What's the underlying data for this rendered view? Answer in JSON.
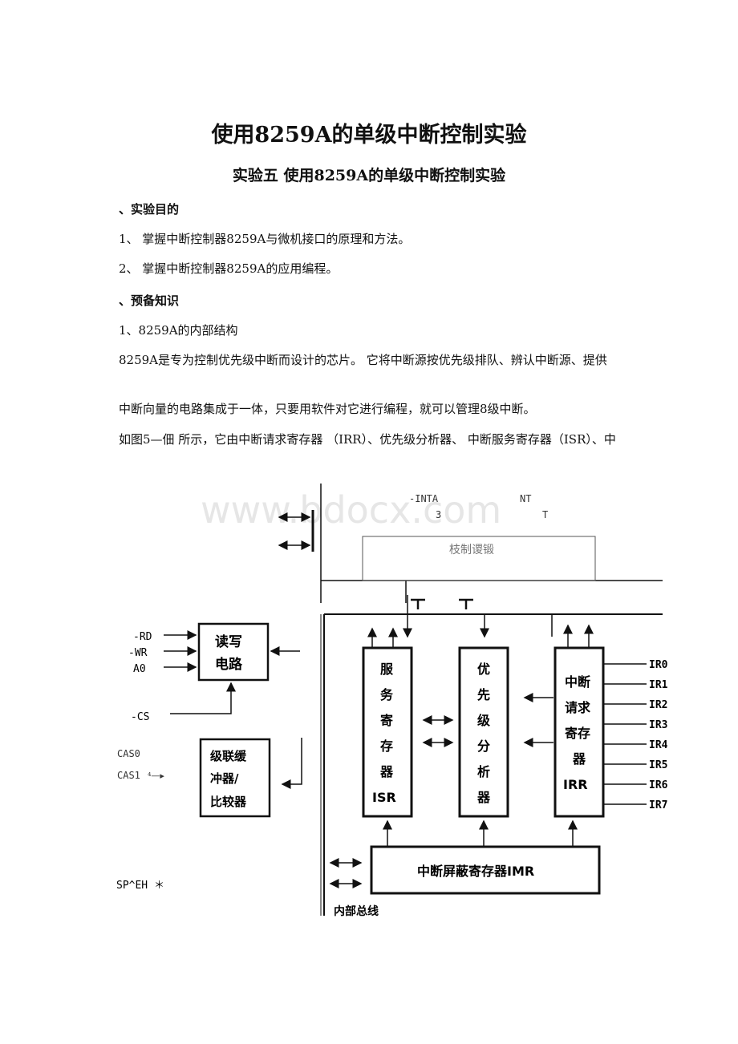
{
  "doc": {
    "title": "使用8259A的单级中断控制实验",
    "subtitle": "实验五 使用8259A的单级中断控制实验",
    "sections": [
      {
        "text": "、实验目的",
        "bold": true
      },
      {
        "text": "1、 掌握中断控制器8259A与微机接口的原理和方法。",
        "bold": false
      },
      {
        "text": "2、 掌握中断控制器8259A的应用编程。",
        "bold": false
      },
      {
        "text": "、预备知识",
        "bold": true
      },
      {
        "text": "1、8259A的内部结构",
        "bold": false
      }
    ],
    "paragraph1": "8259A是专为控制优先级中断而设计的芯片。 它将中断源按优先级排队、辨认中断源、提供",
    "paragraph2": "中断向量的电路集成于一体，只要用软件对它进行编程，就可以管理8级中断。",
    "paragraph3": "如图5—佃 所示，它由中断请求寄存器 （IRR）、优先级分析器、 中断服务寄存器（ISR）、中"
  },
  "figure": {
    "top_labels": {
      "inta": "-INTA",
      "three": "3",
      "nt": "NT",
      "t": "T"
    },
    "control_logic": "枝制谡锻",
    "rw_inputs": [
      "-RD",
      "-WR",
      "A0"
    ],
    "cs": "-CS",
    "rw_block": [
      "读写",
      "电路"
    ],
    "cas": [
      "CAS0",
      "CAS1"
    ],
    "cas1_mark": "⁴—▸",
    "cascade_block": [
      "级联缓",
      "冲器/",
      "比较器"
    ],
    "isr_block": [
      "服",
      "务",
      "寄",
      "存",
      "器",
      "ISR"
    ],
    "priority_block": [
      "优",
      "先",
      "级",
      "分",
      "析",
      "器"
    ],
    "irr_block": [
      "中断",
      "请求",
      "寄存",
      "器",
      "IRR"
    ],
    "ir_inputs": [
      "IR0",
      "IR1",
      "IR2",
      "IR3",
      "IR4",
      "IR5",
      "IR6",
      "IR7"
    ],
    "imr_block": "中断屏蔽寄存器IMR",
    "sp_en": "SP^EH ＊",
    "internal_bus": "内部总线"
  },
  "watermark": "www.bdocx.com"
}
